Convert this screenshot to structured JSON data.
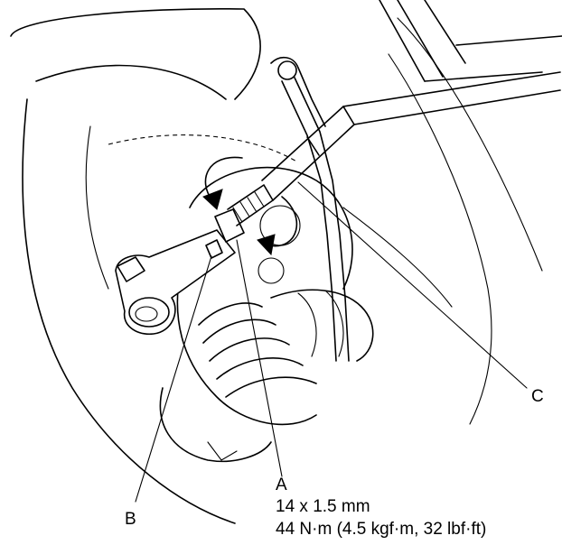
{
  "callouts": {
    "a": {
      "letter": "A",
      "spec_size": "14 x 1.5 mm",
      "spec_torque": "44 N·m (4.5 kgf·m, 32 lbf·ft)"
    },
    "b": {
      "letter": "B"
    },
    "c": {
      "letter": "C"
    }
  },
  "colors": {
    "ink": "#000000",
    "paper": "#ffffff"
  }
}
